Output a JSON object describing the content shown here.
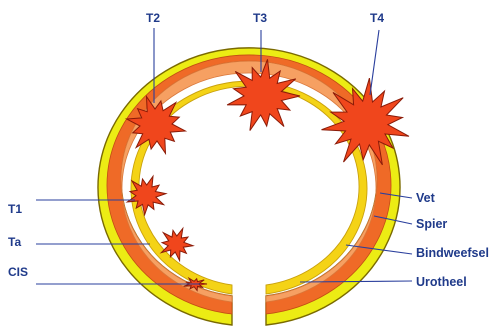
{
  "stage_labels": {
    "t2": "T2",
    "t3": "T3",
    "t4": "T4",
    "t1": "T1",
    "ta": "Ta",
    "cis": "CIS"
  },
  "layer_labels": {
    "fat": "Vet",
    "muscle": "Spier",
    "connective_tissue": "Bindweefsel",
    "urothelium": "Urotheel"
  },
  "colors": {
    "outer_line": "#7a6a00",
    "fat": "#ecec14",
    "muscle": "#ef6a27",
    "connective_tissue": "#f6a062",
    "urothelium": "#f4d316",
    "tumor": "#f0461c",
    "tumor_outline": "#8a1b08",
    "label_text": "#1f3a8a"
  }
}
